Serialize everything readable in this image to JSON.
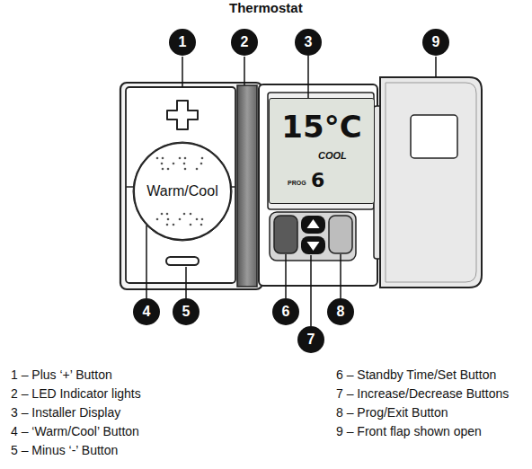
{
  "diagram": {
    "title": "Thermostat",
    "nodes": [
      {
        "text": [
          "1"
        ]
      },
      {
        "text": [
          "2"
        ]
      },
      {
        "text": [
          "3"
        ]
      },
      {
        "text": [
          "9"
        ]
      },
      {
        "text": [
          "Warm/Cool"
        ]
      },
      {
        "text": [
          "15°C",
          "COOL",
          "PROG",
          "6"
        ]
      },
      {
        "text": [
          "4"
        ]
      },
      {
        "text": [
          "5"
        ]
      },
      {
        "text": [
          "6"
        ]
      },
      {
        "text": [
          "8"
        ]
      },
      {
        "text": [
          "7"
        ]
      }
    ],
    "edges": [
      {
        "from": 2,
        "to": 5,
        "arrow": "none"
      },
      {
        "from": 6,
        "to": 4,
        "arrow": "none"
      }
    ],
    "labels": [
      "1 – Plus ‘+’ Button",
      "2 – LED Indicator lights",
      "3 – Installer Display",
      "4 – ‘Warm/Cool’ Button",
      "5 – Minus ‘-’ Button",
      "6 – Standby Time/Set Button",
      "7 – Increase/Decrease Buttons",
      "8 – Prog/Exit Button",
      "9 – Front flap shown open"
    ]
  }
}
